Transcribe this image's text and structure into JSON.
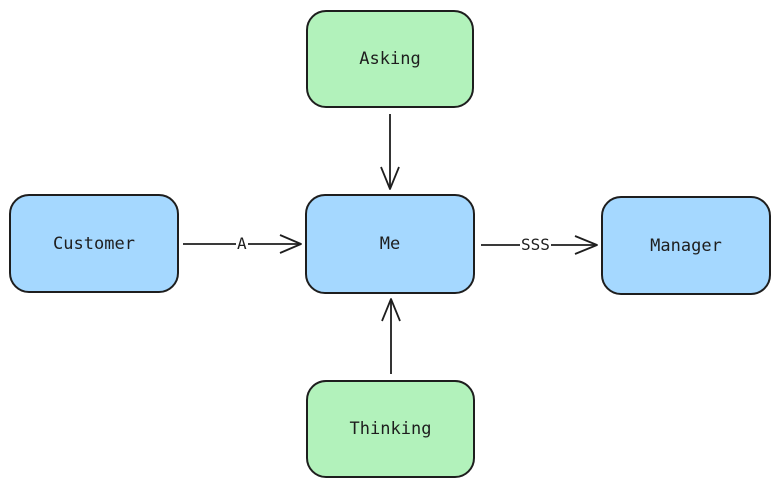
{
  "nodes": {
    "asking": {
      "label": "Asking",
      "fill": "#b2f2bb"
    },
    "customer": {
      "label": "Customer",
      "fill": "#a5d8ff"
    },
    "me": {
      "label": "Me",
      "fill": "#a5d8ff"
    },
    "manager": {
      "label": "Manager",
      "fill": "#a5d8ff"
    },
    "thinking": {
      "label": "Thinking",
      "fill": "#b2f2bb"
    }
  },
  "edges": [
    {
      "from": "customer",
      "to": "me",
      "label": "A"
    },
    {
      "from": "me",
      "to": "manager",
      "label": "SSS"
    },
    {
      "from": "asking",
      "to": "me",
      "label": ""
    },
    {
      "from": "thinking",
      "to": "me",
      "label": ""
    }
  ],
  "colors": {
    "stroke": "#1e1e1e",
    "blue_fill": "#a5d8ff",
    "green_fill": "#b2f2bb"
  }
}
